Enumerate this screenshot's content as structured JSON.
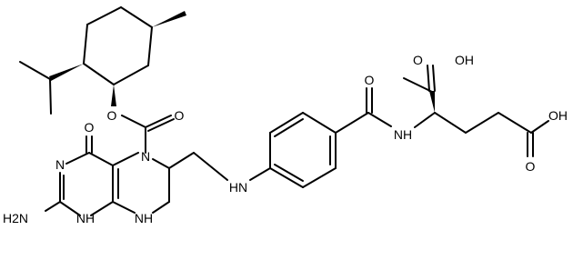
{
  "diagram": {
    "type": "structural-formula",
    "background": "#ffffff",
    "ink": "#000000"
  },
  "labels": {
    "oh_top": "OH",
    "o_carbamate_link": "O",
    "o_carbamate_dbl": "O",
    "o_amide": "O",
    "nh_amide": "NH",
    "oh_right": "OH",
    "o_acid_right": "O",
    "o_acid_top": "O",
    "o_ring": "O",
    "n5": "N",
    "n3": "N",
    "h2n": "H2N",
    "nh_1": "NH",
    "nh_8": "NH",
    "hn_linker": "HN"
  }
}
